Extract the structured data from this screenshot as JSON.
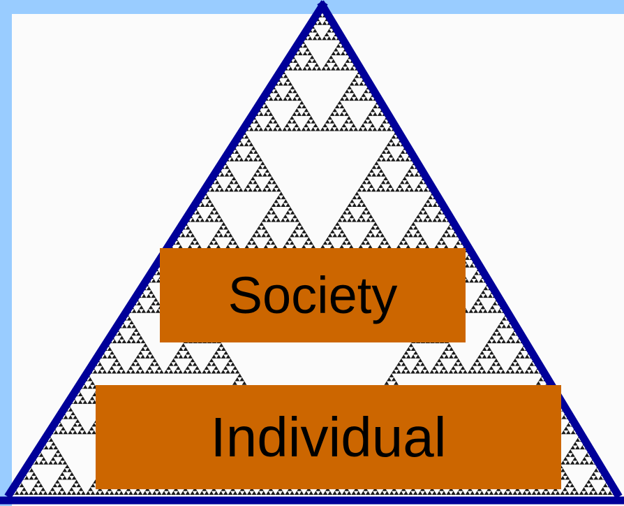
{
  "diagram": {
    "levels": [
      {
        "label": "Society"
      },
      {
        "label": "Individual"
      }
    ],
    "pattern": "sierpinski-triangle",
    "colors": {
      "frame": "#99ccff",
      "background": "#fbfbfb",
      "outline": "#000099",
      "fractal": "#1a1a1a",
      "box_fill": "#cc6600",
      "text": "#000000"
    }
  }
}
